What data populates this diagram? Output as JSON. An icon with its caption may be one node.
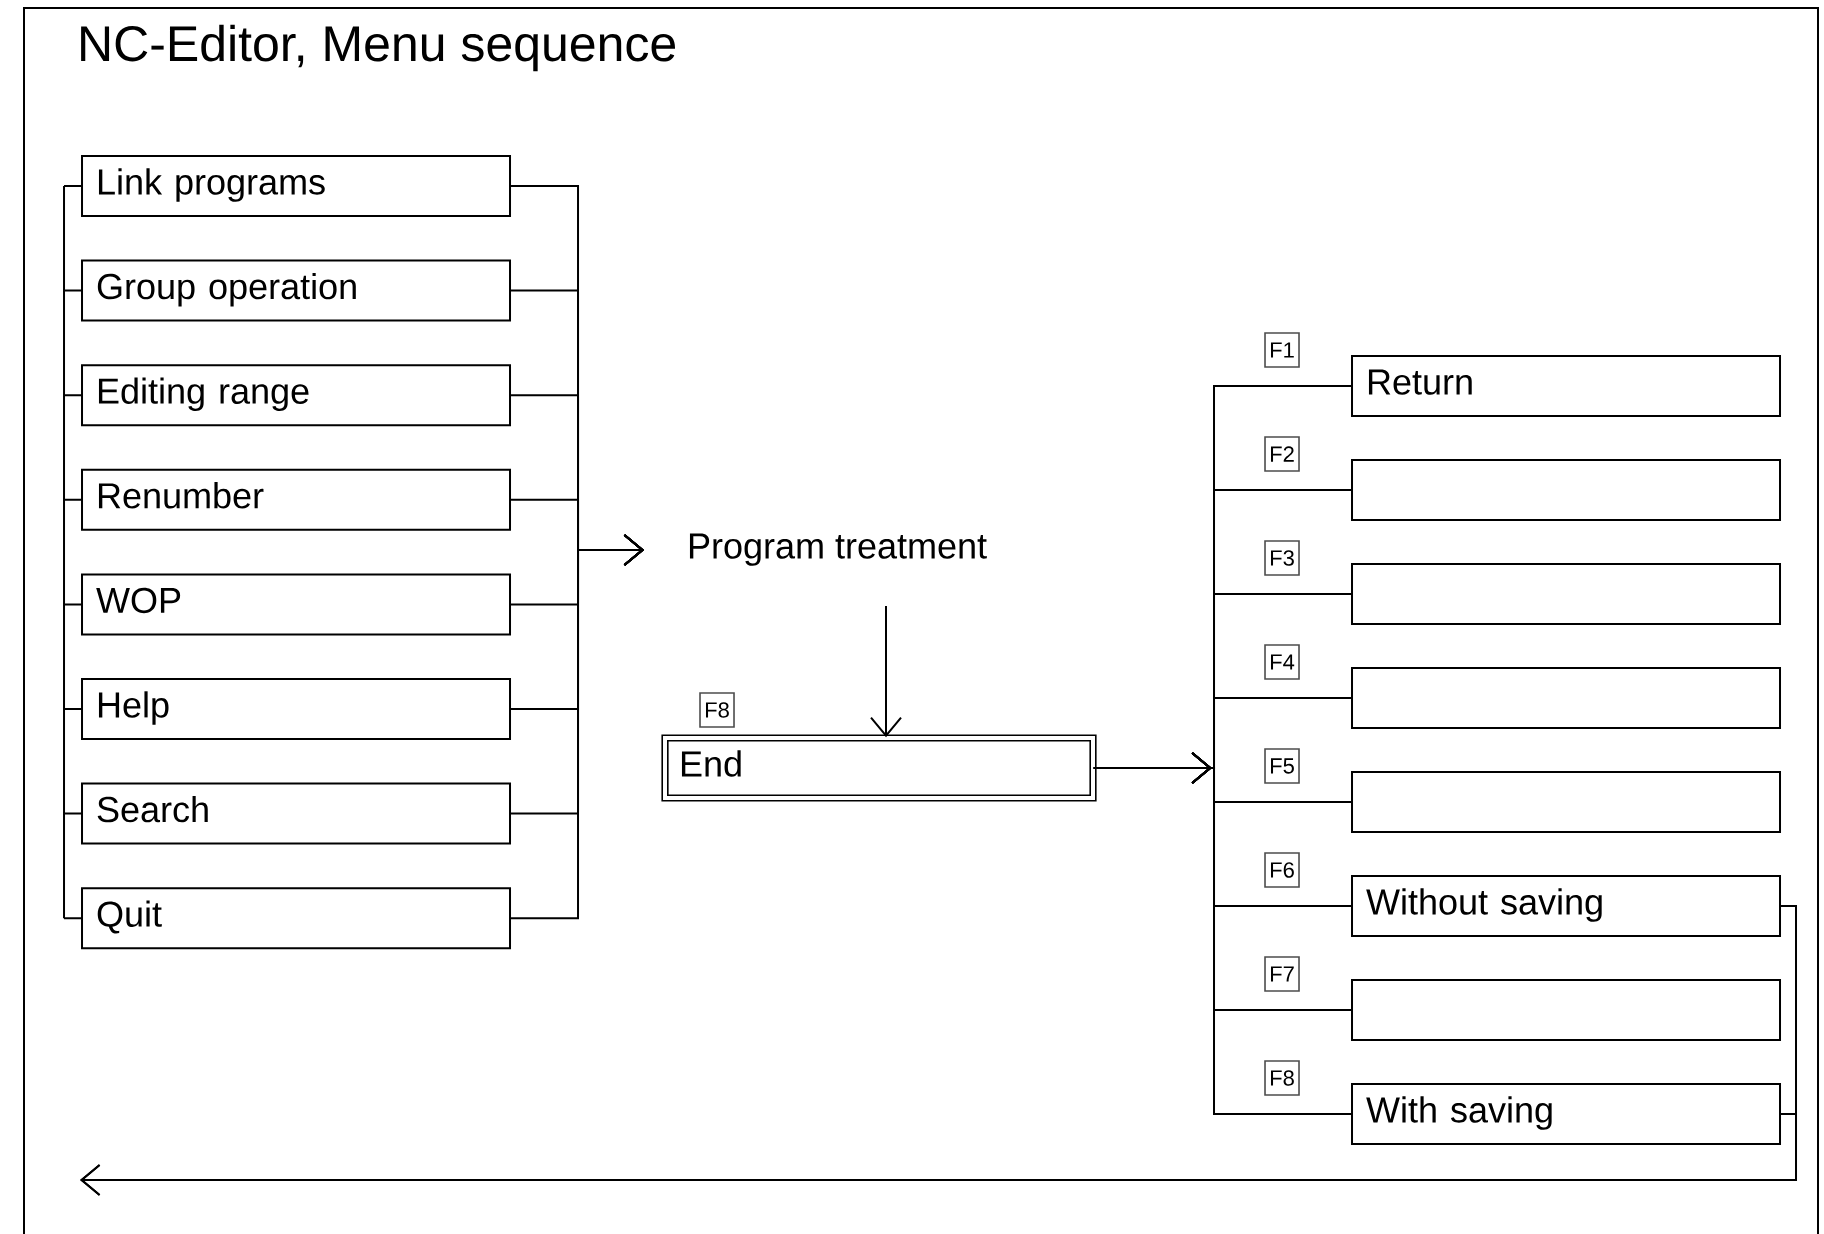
{
  "diagram": {
    "title": "NC-Editor, Menu sequence",
    "nodes": [
      {
        "text": [
          "Link programs"
        ]
      },
      {
        "text": [
          "Group operation"
        ]
      },
      {
        "text": [
          "Editing range"
        ]
      },
      {
        "text": [
          "Renumber"
        ]
      },
      {
        "text": [
          "WOP"
        ]
      },
      {
        "text": [
          "Help"
        ]
      },
      {
        "text": [
          "Search"
        ]
      },
      {
        "text": [
          "Quit"
        ]
      },
      {
        "text": [
          "Program treatment"
        ]
      },
      {
        "text": [
          "End"
        ],
        "beside": [
          "F8"
        ]
      },
      {
        "text": [
          "Return"
        ],
        "beside": [
          "F1"
        ]
      },
      {
        "text": [],
        "shape": "box",
        "beside": [
          "F2"
        ]
      },
      {
        "text": [],
        "shape": "box",
        "beside": [
          "F3"
        ]
      },
      {
        "text": [],
        "shape": "box",
        "beside": [
          "F4"
        ]
      },
      {
        "text": [],
        "shape": "box",
        "beside": [
          "F5"
        ]
      },
      {
        "text": [
          "Without saving"
        ],
        "beside": [
          "F6"
        ]
      },
      {
        "text": [],
        "shape": "box",
        "beside": [
          "F7"
        ]
      },
      {
        "text": [
          "With saving"
        ],
        "beside": [
          "F8"
        ]
      }
    ],
    "edges": [
      {
        "from": 0,
        "to": 8,
        "arrow": "to"
      },
      {
        "from": 1,
        "to": 8,
        "arrow": "to"
      },
      {
        "from": 2,
        "to": 8,
        "arrow": "to"
      },
      {
        "from": 3,
        "to": 8,
        "arrow": "to"
      },
      {
        "from": 4,
        "to": 8,
        "arrow": "to"
      },
      {
        "from": 5,
        "to": 8,
        "arrow": "to"
      },
      {
        "from": 6,
        "to": 8,
        "arrow": "to"
      },
      {
        "from": 7,
        "to": 8,
        "arrow": "to"
      },
      {
        "from": 8,
        "to": 9,
        "arrow": "to"
      },
      {
        "from": 9,
        "to": 10,
        "arrow": "to"
      },
      {
        "from": 9,
        "to": 11,
        "arrow": "to"
      },
      {
        "from": 9,
        "to": 12,
        "arrow": "to"
      },
      {
        "from": 9,
        "to": 13,
        "arrow": "to"
      },
      {
        "from": 9,
        "to": 14,
        "arrow": "to"
      },
      {
        "from": 9,
        "to": 15,
        "arrow": "to"
      },
      {
        "from": 9,
        "to": 16,
        "arrow": "to"
      },
      {
        "from": 9,
        "to": 17,
        "arrow": "to"
      },
      {
        "from": 15,
        "to": null,
        "arrow": "to"
      },
      {
        "from": 17,
        "to": null,
        "arrow": "to"
      }
    ]
  }
}
